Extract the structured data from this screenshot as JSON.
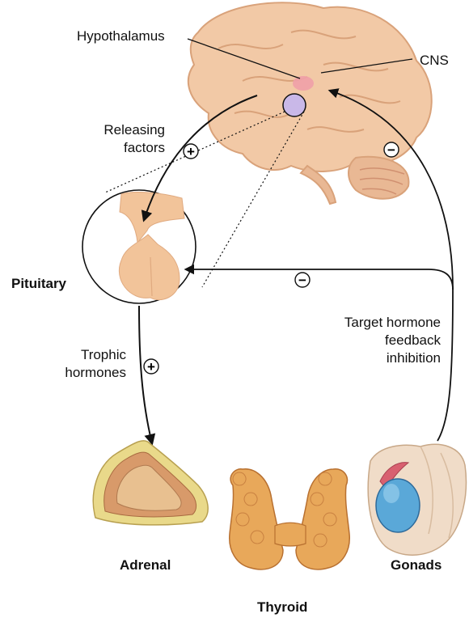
{
  "labels": {
    "hypothalamus": "Hypothalamus",
    "cns": "CNS",
    "releasing_line1": "Releasing",
    "releasing_line2": "factors",
    "pituitary": "Pituitary",
    "trophic_line1": "Trophic",
    "trophic_line2": "hormones",
    "target_line1": "Target hormone",
    "target_line2": "feedback",
    "target_line3": "inhibition",
    "adrenal": "Adrenal",
    "thyroid": "Thyroid",
    "gonads": "Gonads"
  },
  "signs": {
    "releasing": "+",
    "trophic": "+",
    "cns_feedback": "−",
    "pituitary_feedback": "−"
  },
  "colors": {
    "brain": "#f2c9a6",
    "brain_dark": "#d9a27a",
    "hypothalamus": "#f0a0a8",
    "pituitary_area": "#c9b8e8",
    "pituitary_gland": "#f2c49a",
    "adrenal_outer": "#e9d98a",
    "adrenal_inner": "#d89a6a",
    "thyroid": "#e8a85a",
    "gonad_blue": "#5aa8d8",
    "gonad_skin": "#f0dcc8",
    "line": "#111111"
  }
}
